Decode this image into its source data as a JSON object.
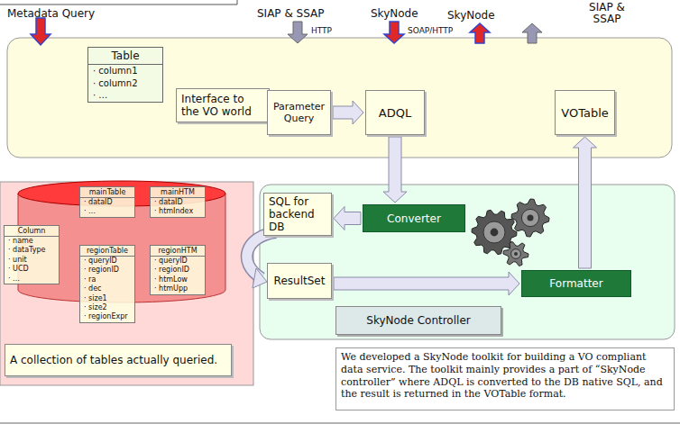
{
  "diagram": {
    "nodes": [
      {
        "text": [
          "Table",
          "· column1",
          "· column2",
          "· …"
        ]
      },
      {
        "text": [
          "Interface to the VO world"
        ]
      },
      {
        "text": [
          "Parameter Query"
        ]
      },
      {
        "text": [
          "ADQL"
        ]
      },
      {
        "text": [
          "VOTable"
        ]
      },
      {
        "text": [
          "Column",
          "· name",
          "· dataType",
          "· unit",
          "· UCD",
          "· …"
        ]
      },
      {
        "text": [
          "mainTable",
          "· dataID",
          "· …"
        ]
      },
      {
        "text": [
          "mainHTM",
          "· dataID",
          "· htmIndex"
        ]
      },
      {
        "text": [
          "regionTable",
          "· queryID",
          "· regionID",
          "· ra",
          "· dec",
          "· size1",
          "· size2",
          "· regionExpr"
        ]
      },
      {
        "text": [
          "regionHTM",
          "· queryID",
          "· regionID",
          "· htmLow",
          "· htmUpp"
        ]
      },
      {
        "text": [
          "A collection of tables actually queried."
        ]
      },
      {
        "text": [
          "SQL for backend DB"
        ]
      },
      {
        "text": [
          "Converter"
        ]
      },
      {
        "text": [
          "ResultSet"
        ]
      },
      {
        "text": [
          "Formatter"
        ]
      },
      {
        "text": [
          "SkyNode Controller"
        ]
      },
      {
        "text": [
          "We developed a SkyNode toolkit for building a VO compliant data service. The toolkit mainly provides a part of “SkyNode controller” where ADQL is converted to the DB native SQL, and the result is returned in the VOTable format."
        ]
      }
    ],
    "edges": [
      {
        "from": 2,
        "to": 3,
        "arrow": "to"
      },
      {
        "from": 3,
        "to": 12,
        "arrow": "to"
      },
      {
        "from": 12,
        "to": 11,
        "arrow": "to"
      },
      {
        "from": 13,
        "to": 14,
        "arrow": "to"
      },
      {
        "from": 14,
        "to": 4,
        "arrow": "to"
      }
    ],
    "labels": [
      "Metadata Query",
      "SIAP & SSAP",
      "HTTP",
      "SkyNode",
      "SOAP/HTTP",
      "SkyNode",
      "SIAP & SSAP"
    ]
  }
}
